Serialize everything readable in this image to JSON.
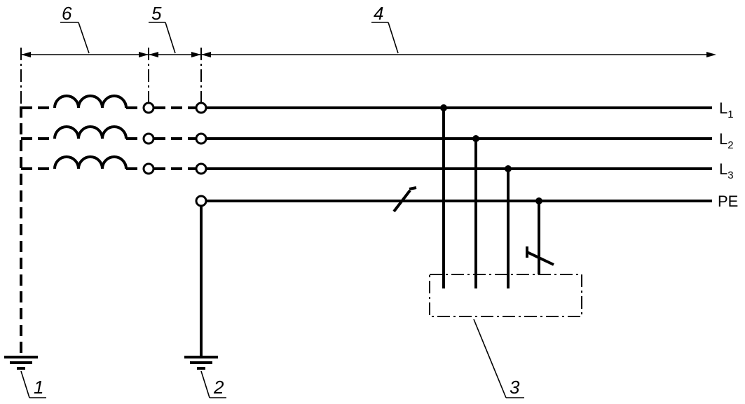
{
  "lines": [
    {
      "id": "L1",
      "main": "L",
      "sub": "1"
    },
    {
      "id": "L2",
      "main": "L",
      "sub": "2"
    },
    {
      "id": "L3",
      "main": "L",
      "sub": "3"
    },
    {
      "id": "PE",
      "main": "PE",
      "sub": ""
    }
  ],
  "callouts": {
    "source_earth": "1",
    "installation_earth": "2",
    "equipment": "3",
    "distribution": "4",
    "terminals": "5",
    "source": "6"
  },
  "colors": {
    "ink": "#000000",
    "background": "#ffffff"
  }
}
